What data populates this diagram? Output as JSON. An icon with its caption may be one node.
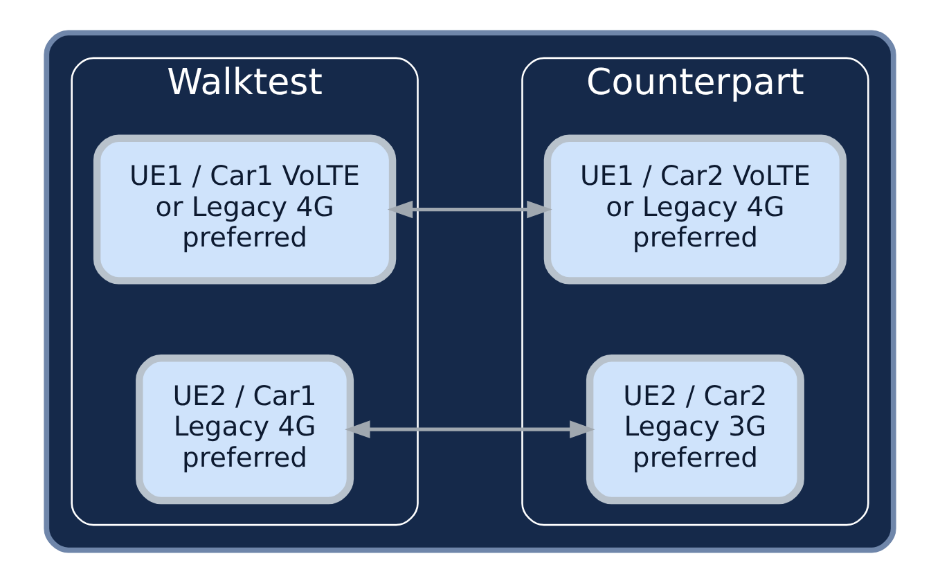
{
  "diagram": {
    "nodes": [
      {
        "text": [],
        "shape": "box"
      },
      {
        "text": [
          "Walktest"
        ],
        "in": 0
      },
      {
        "text": [
          "UE1 / Car1 VoLTE or Legacy 4G preferred"
        ],
        "in": 1
      },
      {
        "text": [
          "UE2 / Car1 Legacy 4G preferred"
        ],
        "in": 1
      },
      {
        "text": [
          "Counterpart"
        ],
        "in": 0
      },
      {
        "text": [
          "UE1 / Car2 VoLTE or Legacy 4G preferred"
        ],
        "in": 4
      },
      {
        "text": [
          "UE2 / Car2 Legacy 3G preferred"
        ],
        "in": 4
      }
    ],
    "edges": [
      {
        "from": 2,
        "to": 5,
        "arrow": "both"
      },
      {
        "from": 3,
        "to": 6,
        "arrow": "both"
      }
    ]
  }
}
